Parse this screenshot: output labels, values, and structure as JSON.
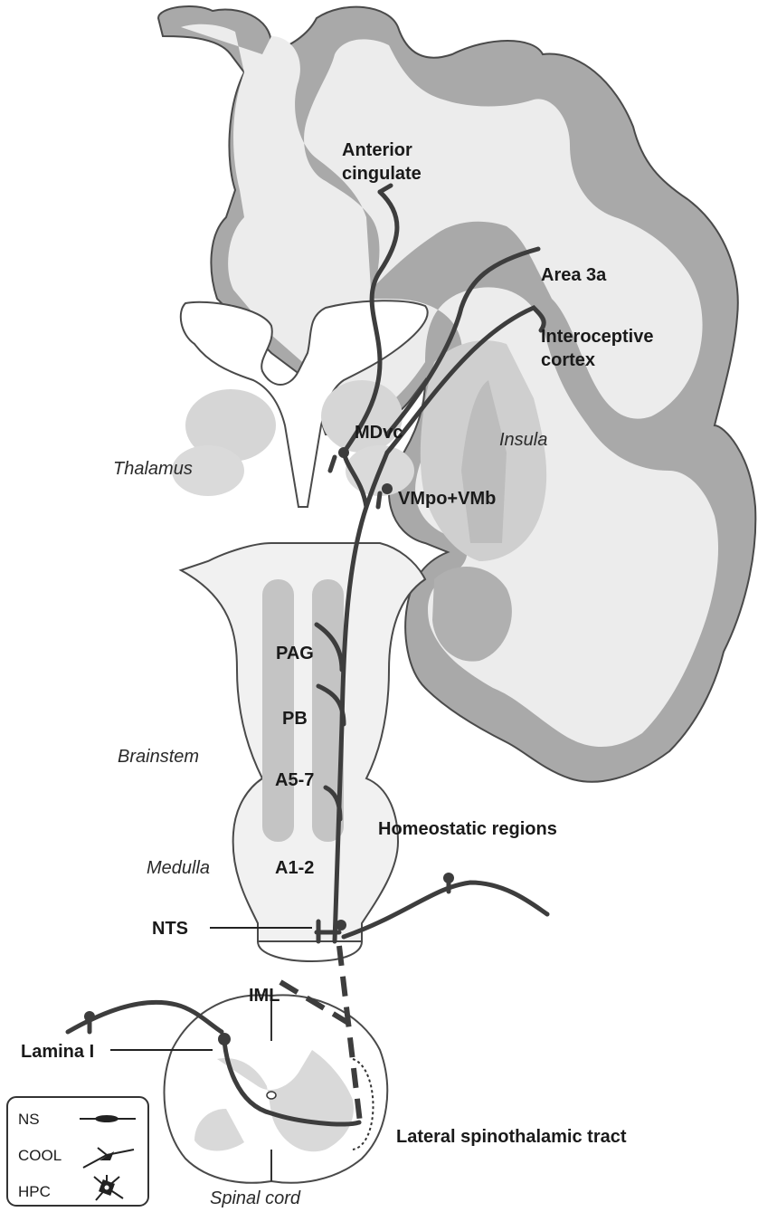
{
  "labels": {
    "anterior_cingulate_1": "Anterior",
    "anterior_cingulate_2": "cingulate",
    "area3a": "Area 3a",
    "interoceptive_1": "Interoceptive",
    "interoceptive_2": "cortex",
    "mdvc": "MDvc",
    "insula": "Insula",
    "thalamus": "Thalamus",
    "vmpo": "VMpo+VMb",
    "pag": "PAG",
    "pb": "PB",
    "brainstem": "Brainstem",
    "a57": "A5-7",
    "homeostatic": "Homeostatic regions",
    "medulla": "Medulla",
    "a12": "A1-2",
    "nts": "NTS",
    "iml": "IML",
    "lamina": "Lamina I",
    "lateral_tract": "Lateral spinothalamic tract",
    "spinal_cord": "Spinal cord"
  },
  "legend": {
    "items": [
      {
        "label": "NS",
        "icon": "ns-neuron-icon"
      },
      {
        "label": "COOL",
        "icon": "cool-neuron-icon"
      },
      {
        "label": "HPC",
        "icon": "hpc-neuron-icon"
      }
    ]
  },
  "colors": {
    "cortex_grey": "#a9a9a9",
    "white_matter": "#ececec",
    "tract": "#3d3d3d"
  }
}
